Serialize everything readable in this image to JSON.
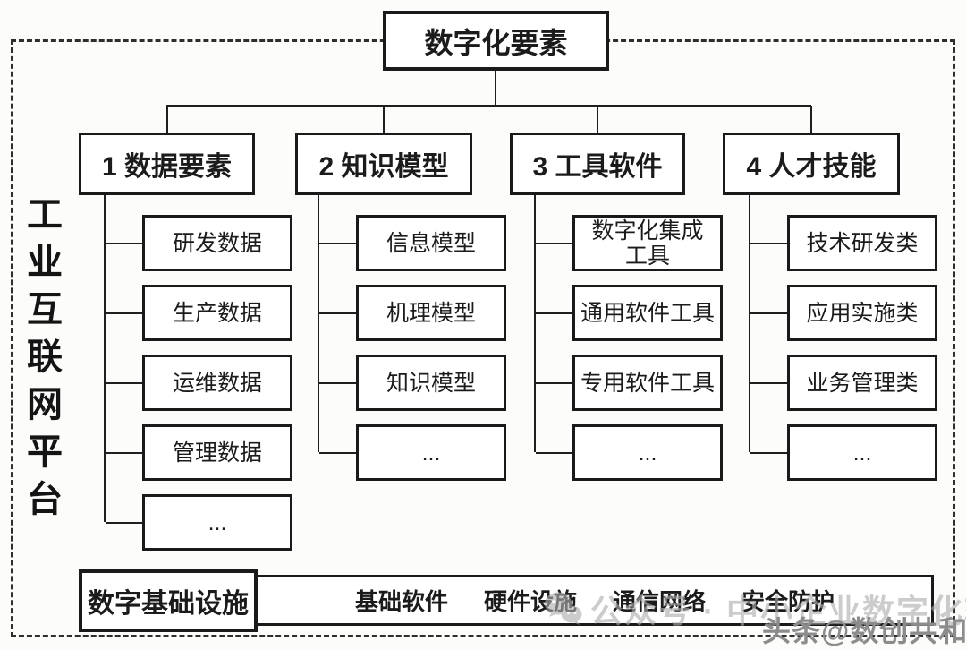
{
  "root": {
    "label": "数字化要素"
  },
  "platform_label": "工业互联网平台",
  "branches": [
    {
      "label": "1 数据要素",
      "children": [
        "研发数据",
        "生产数据",
        "运维数据",
        "管理数据",
        "..."
      ]
    },
    {
      "label": "2 知识模型",
      "children": [
        "信息模型",
        "机理模型",
        "知识模型",
        "..."
      ]
    },
    {
      "label": "3 工具软件",
      "children": [
        "数字化集成\n工具",
        "通用软件工具",
        "专用软件工具",
        "..."
      ]
    },
    {
      "label": "4 人才技能",
      "children": [
        "技术研发类",
        "应用实施类",
        "业务管理类",
        "..."
      ]
    }
  ],
  "infrastructure": {
    "label": "数字基础设施",
    "items": [
      "基础软件",
      "硬件设施",
      "通信网络",
      "安全防护"
    ]
  },
  "watermarks": {
    "wechat": "公众号 · 中小企业数字化转型",
    "toutiao": "头条@数创共和"
  },
  "colors": {
    "line": "#1f1f1f",
    "box_border": "#1a1a1a",
    "background": "#fcfcfb",
    "watermark_light": "#adadad",
    "watermark_dark": "#8c8c8c"
  }
}
